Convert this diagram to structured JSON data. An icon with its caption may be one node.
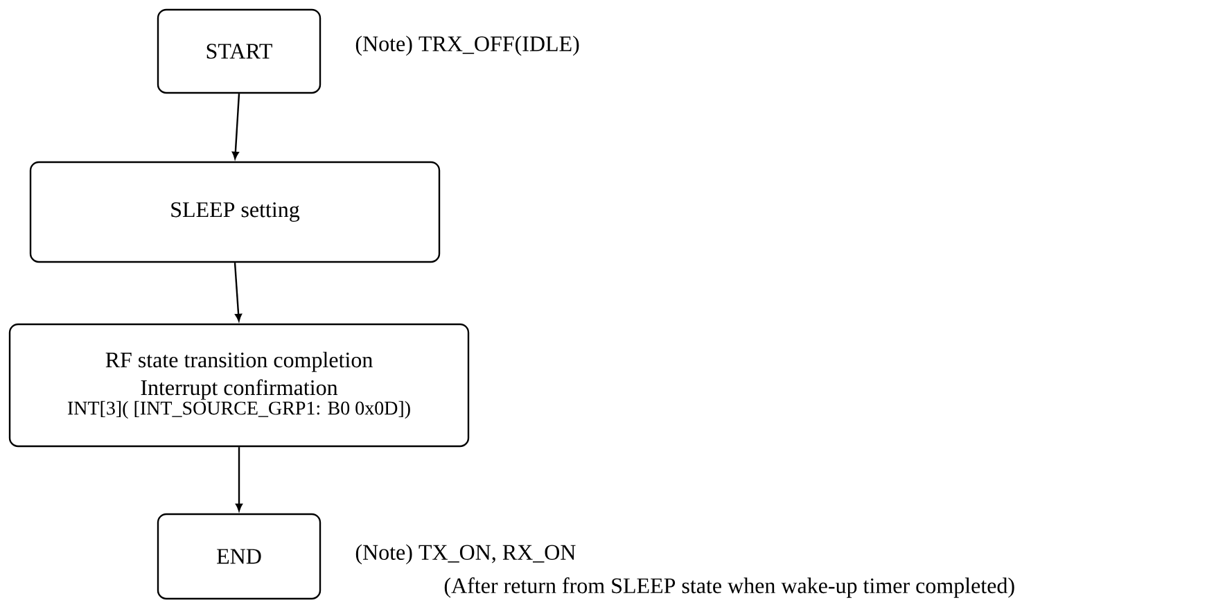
{
  "diagram": {
    "nodes": [
      {
        "text": [
          "START"
        ],
        "beside": [
          "(Note) TRX_OFF(IDLE)"
        ]
      },
      {
        "text": [
          "SLEEP setting"
        ]
      },
      {
        "text": [
          "RF state transition completion Interrupt confirmation",
          "INT[3]( [INT_SOURCE_GRP1: B0 0x0D])"
        ]
      },
      {
        "text": [
          "END"
        ],
        "beside": [
          "(Note) TX_ON, RX_ON",
          "(After return from SLEEP state when wake-up timer completed)"
        ]
      }
    ],
    "edges": [
      {
        "from": 0,
        "to": 1,
        "arrow": "to"
      },
      {
        "from": 1,
        "to": 2,
        "arrow": "to"
      },
      {
        "from": 2,
        "to": 3,
        "arrow": "to"
      }
    ]
  }
}
